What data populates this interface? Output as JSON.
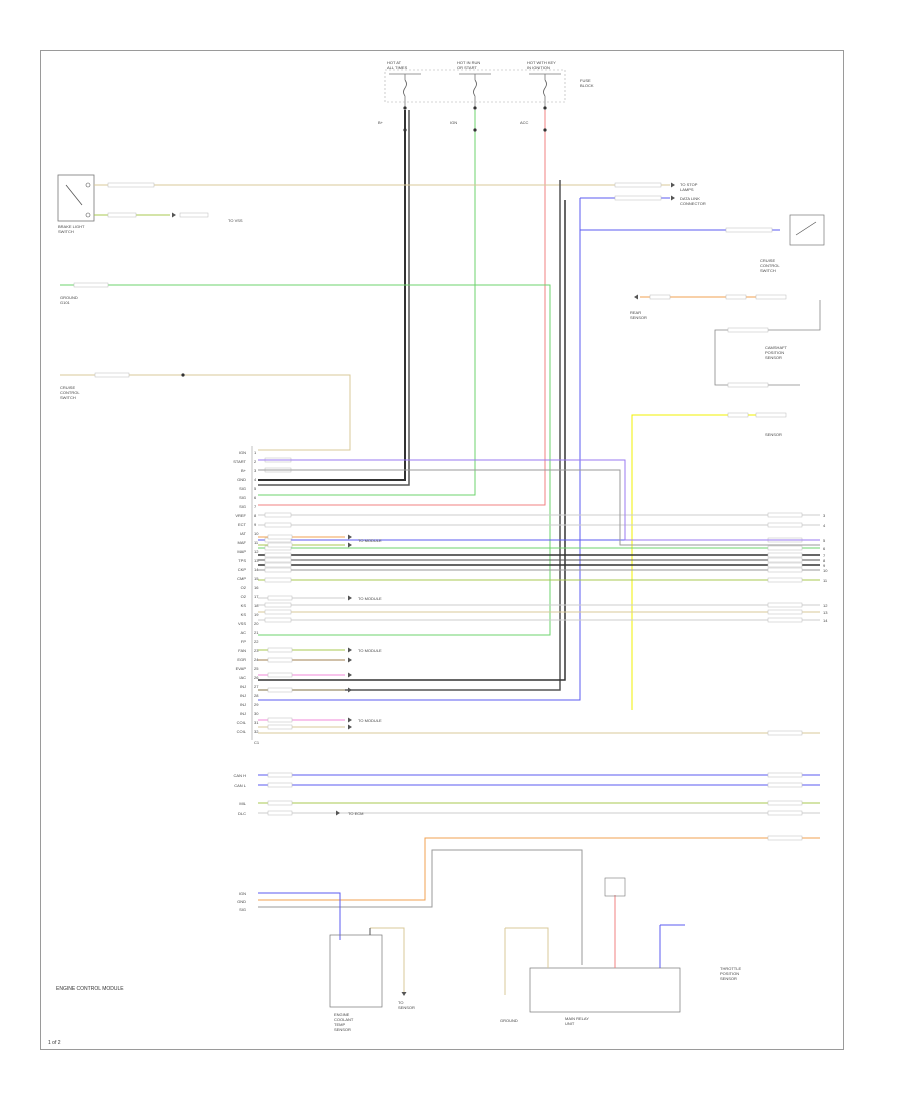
{
  "wire_colors": {
    "black": "#333333",
    "dark_gray": "#555555",
    "gray": "#9a9a9a",
    "green": "#6cd36c",
    "red": "#f08080",
    "blue": "#5b5bf0",
    "violet": "#9a7af0",
    "yellow": "#f0f000",
    "tan": "#d8c89a",
    "olive": "#a8c850",
    "orange": "#f0a050",
    "pink": "#f08ad8",
    "brown": "#a08050",
    "white": "#cccccc"
  },
  "fuses": [
    {
      "id": "hot-at-all-times",
      "label": "HOT AT\nALL TIMES"
    },
    {
      "id": "hot-in-run",
      "label": "HOT IN RUN\nOR START"
    },
    {
      "id": "hot-with-key",
      "label": "HOT WITH KEY\nIN IGNITION"
    },
    {
      "id": "fuse-block",
      "label": "FUSE\nBLOCK"
    }
  ],
  "components": {
    "brake-switch": "BRAKE LIGHT\nSWITCH",
    "stop-lamp": "TO STOP\nLAMPS",
    "ground-left": "GROUND\nG101",
    "speed-input": "TO VSS",
    "cruise-switch": "CRUISE\nCONTROL\nSWITCH",
    "diag-connector": "DATA LINK\nCONNECTOR",
    "rear-sensor": "REAR\nSENSOR",
    "cam-sensor": "CAMSHAFT\nPOSITION\nSENSOR",
    "control-module": "ENGINE CONTROL MODULE",
    "bottom-left-sensor": "ENGINE\nCOOLANT\nTEMP\nSENSOR",
    "bottom-mid-sensor": "TO\nSENSOR",
    "bottom-right-component": "THROTTLE\nPOSITION\nSENSOR",
    "relay-unit": "MAIN RELAY\nUNIT",
    "ground-bottom": "GROUND"
  },
  "pin_labels": {
    "main": [
      "IGN",
      "START",
      "B+",
      "GND",
      "SIG",
      "SIG",
      "SIG",
      "VREF",
      "ECT",
      "IAT",
      "MAF",
      "MAP",
      "TPS",
      "CKP",
      "CMP",
      "O2",
      "O2",
      "KS",
      "KS",
      "VSS",
      "AC",
      "FP",
      "FAN",
      "EGR",
      "EVAP",
      "IAC",
      "INJ",
      "INJ",
      "INJ",
      "INJ",
      "COIL",
      "COIL"
    ],
    "lower": [
      "CAN H",
      "CAN L",
      "MIL",
      "DLC"
    ],
    "bottom": [
      "IGN",
      "GND",
      "SIG"
    ]
  },
  "footer": {
    "caption": "ENGINE CONTROL MODULE",
    "page_id": "1 of 2"
  }
}
